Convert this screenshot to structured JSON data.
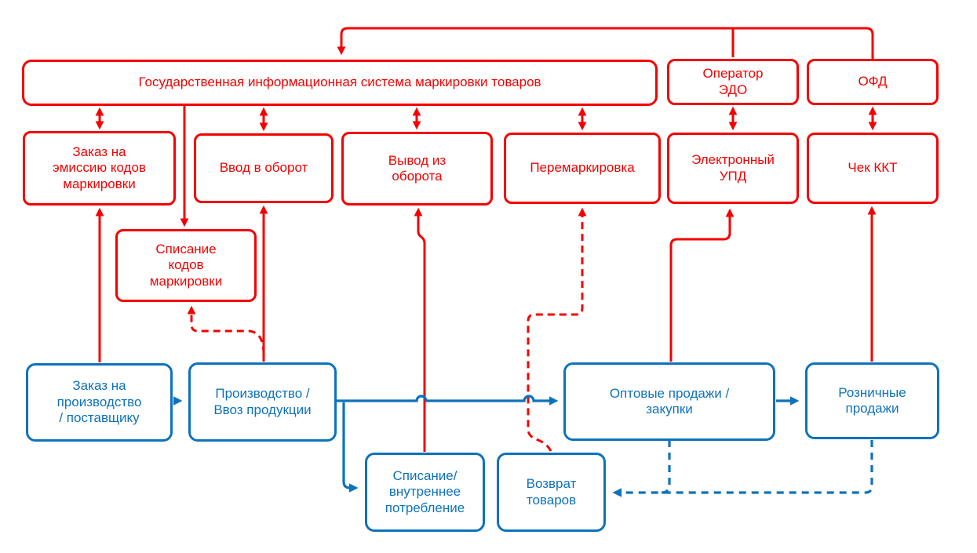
{
  "colors": {
    "red": "#f40000",
    "blue": "#0d72bc",
    "background": "#ffffff"
  },
  "nodes": {
    "gis": {
      "label": "Государственная информационная система маркировки товаров"
    },
    "edo": {
      "label": "Оператор\nЭДО"
    },
    "ofd": {
      "label": "ОФД"
    },
    "emission": {
      "label": "Заказ на\nэмиссию кодов\nмаркировки"
    },
    "input_circulation": {
      "label": "Ввод в оборот"
    },
    "output_circulation": {
      "label": "Вывод из\nоборота"
    },
    "remarking": {
      "label": "Перемаркировка"
    },
    "upd": {
      "label": "Электронный\nУПД"
    },
    "kkt_receipt": {
      "label": "Чек ККТ"
    },
    "writeoff_codes": {
      "label": "Списание\nкодов\nмаркировки"
    },
    "order_production": {
      "label": "Заказ на\nпроизводство\n/ поставщику"
    },
    "production": {
      "label": "Производство /\nВвоз продукции"
    },
    "wholesale": {
      "label": "Оптовые продажи /\nзакупки"
    },
    "retail": {
      "label": "Розничные\nпродажи"
    },
    "writeoff_internal": {
      "label": "Списание/\nвнутреннее\nпотребление"
    },
    "returns": {
      "label": "Возврат\nтоваров"
    }
  },
  "edges": [
    {
      "from": "Оператор ЭДО",
      "to": "Государственная информационная система маркировки товаров",
      "style": "red-solid"
    },
    {
      "from": "ОФД",
      "to": "Государственная информационная система маркировки товаров",
      "style": "red-solid"
    },
    {
      "from": "Государственная информационная система маркировки товаров",
      "to": "Заказ на эмиссию кодов маркировки",
      "style": "red-solid-bidirectional"
    },
    {
      "from": "Государственная информационная система маркировки товаров",
      "to": "Ввод в оборот",
      "style": "red-solid-bidirectional"
    },
    {
      "from": "Государственная информационная система маркировки товаров",
      "to": "Вывод из оборота",
      "style": "red-solid-bidirectional"
    },
    {
      "from": "Государственная информационная система маркировки товаров",
      "to": "Перемаркировка",
      "style": "red-solid-bidirectional"
    },
    {
      "from": "Оператор ЭДО",
      "to": "Электронный УПД",
      "style": "red-solid-bidirectional"
    },
    {
      "from": "ОФД",
      "to": "Чек ККТ",
      "style": "red-solid-bidirectional"
    },
    {
      "from": "Государственная информационная система маркировки товаров",
      "to": "Списание кодов маркировки",
      "style": "red-solid"
    },
    {
      "from": "Заказ на производство / поставщику",
      "to": "Заказ на эмиссию кодов маркировки",
      "style": "red-solid"
    },
    {
      "from": "Производство / Ввоз продукции",
      "to": "Ввод в оборот",
      "style": "red-solid"
    },
    {
      "from": "Производство / Ввоз продукции",
      "to": "Списание кодов маркировки",
      "style": "red-dashed"
    },
    {
      "from": "Списание/ внутреннее потребление",
      "to": "Вывод из оборота",
      "style": "red-solid"
    },
    {
      "from": "Возврат товаров",
      "to": "Перемаркировка",
      "style": "red-dashed"
    },
    {
      "from": "Оптовые продажи / закупки",
      "to": "Электронный УПД",
      "style": "red-solid"
    },
    {
      "from": "Розничные продажи",
      "to": "Чек ККТ",
      "style": "red-solid"
    },
    {
      "from": "Заказ на производство / поставщику",
      "to": "Производство / Ввоз продукции",
      "style": "blue-solid"
    },
    {
      "from": "Производство / Ввоз продукции",
      "to": "Оптовые продажи / закупки",
      "style": "blue-solid"
    },
    {
      "from": "Оптовые продажи / закупки",
      "to": "Розничные продажи",
      "style": "blue-solid"
    },
    {
      "from": "Производство / Ввоз продукции",
      "to": "Списание/ внутреннее потребление",
      "style": "blue-solid"
    },
    {
      "from": "Розничные продажи",
      "to": "Возврат товаров",
      "style": "blue-dashed"
    },
    {
      "from": "Оптовые продажи / закупки",
      "to": "Возврат товаров",
      "style": "blue-dashed"
    }
  ]
}
